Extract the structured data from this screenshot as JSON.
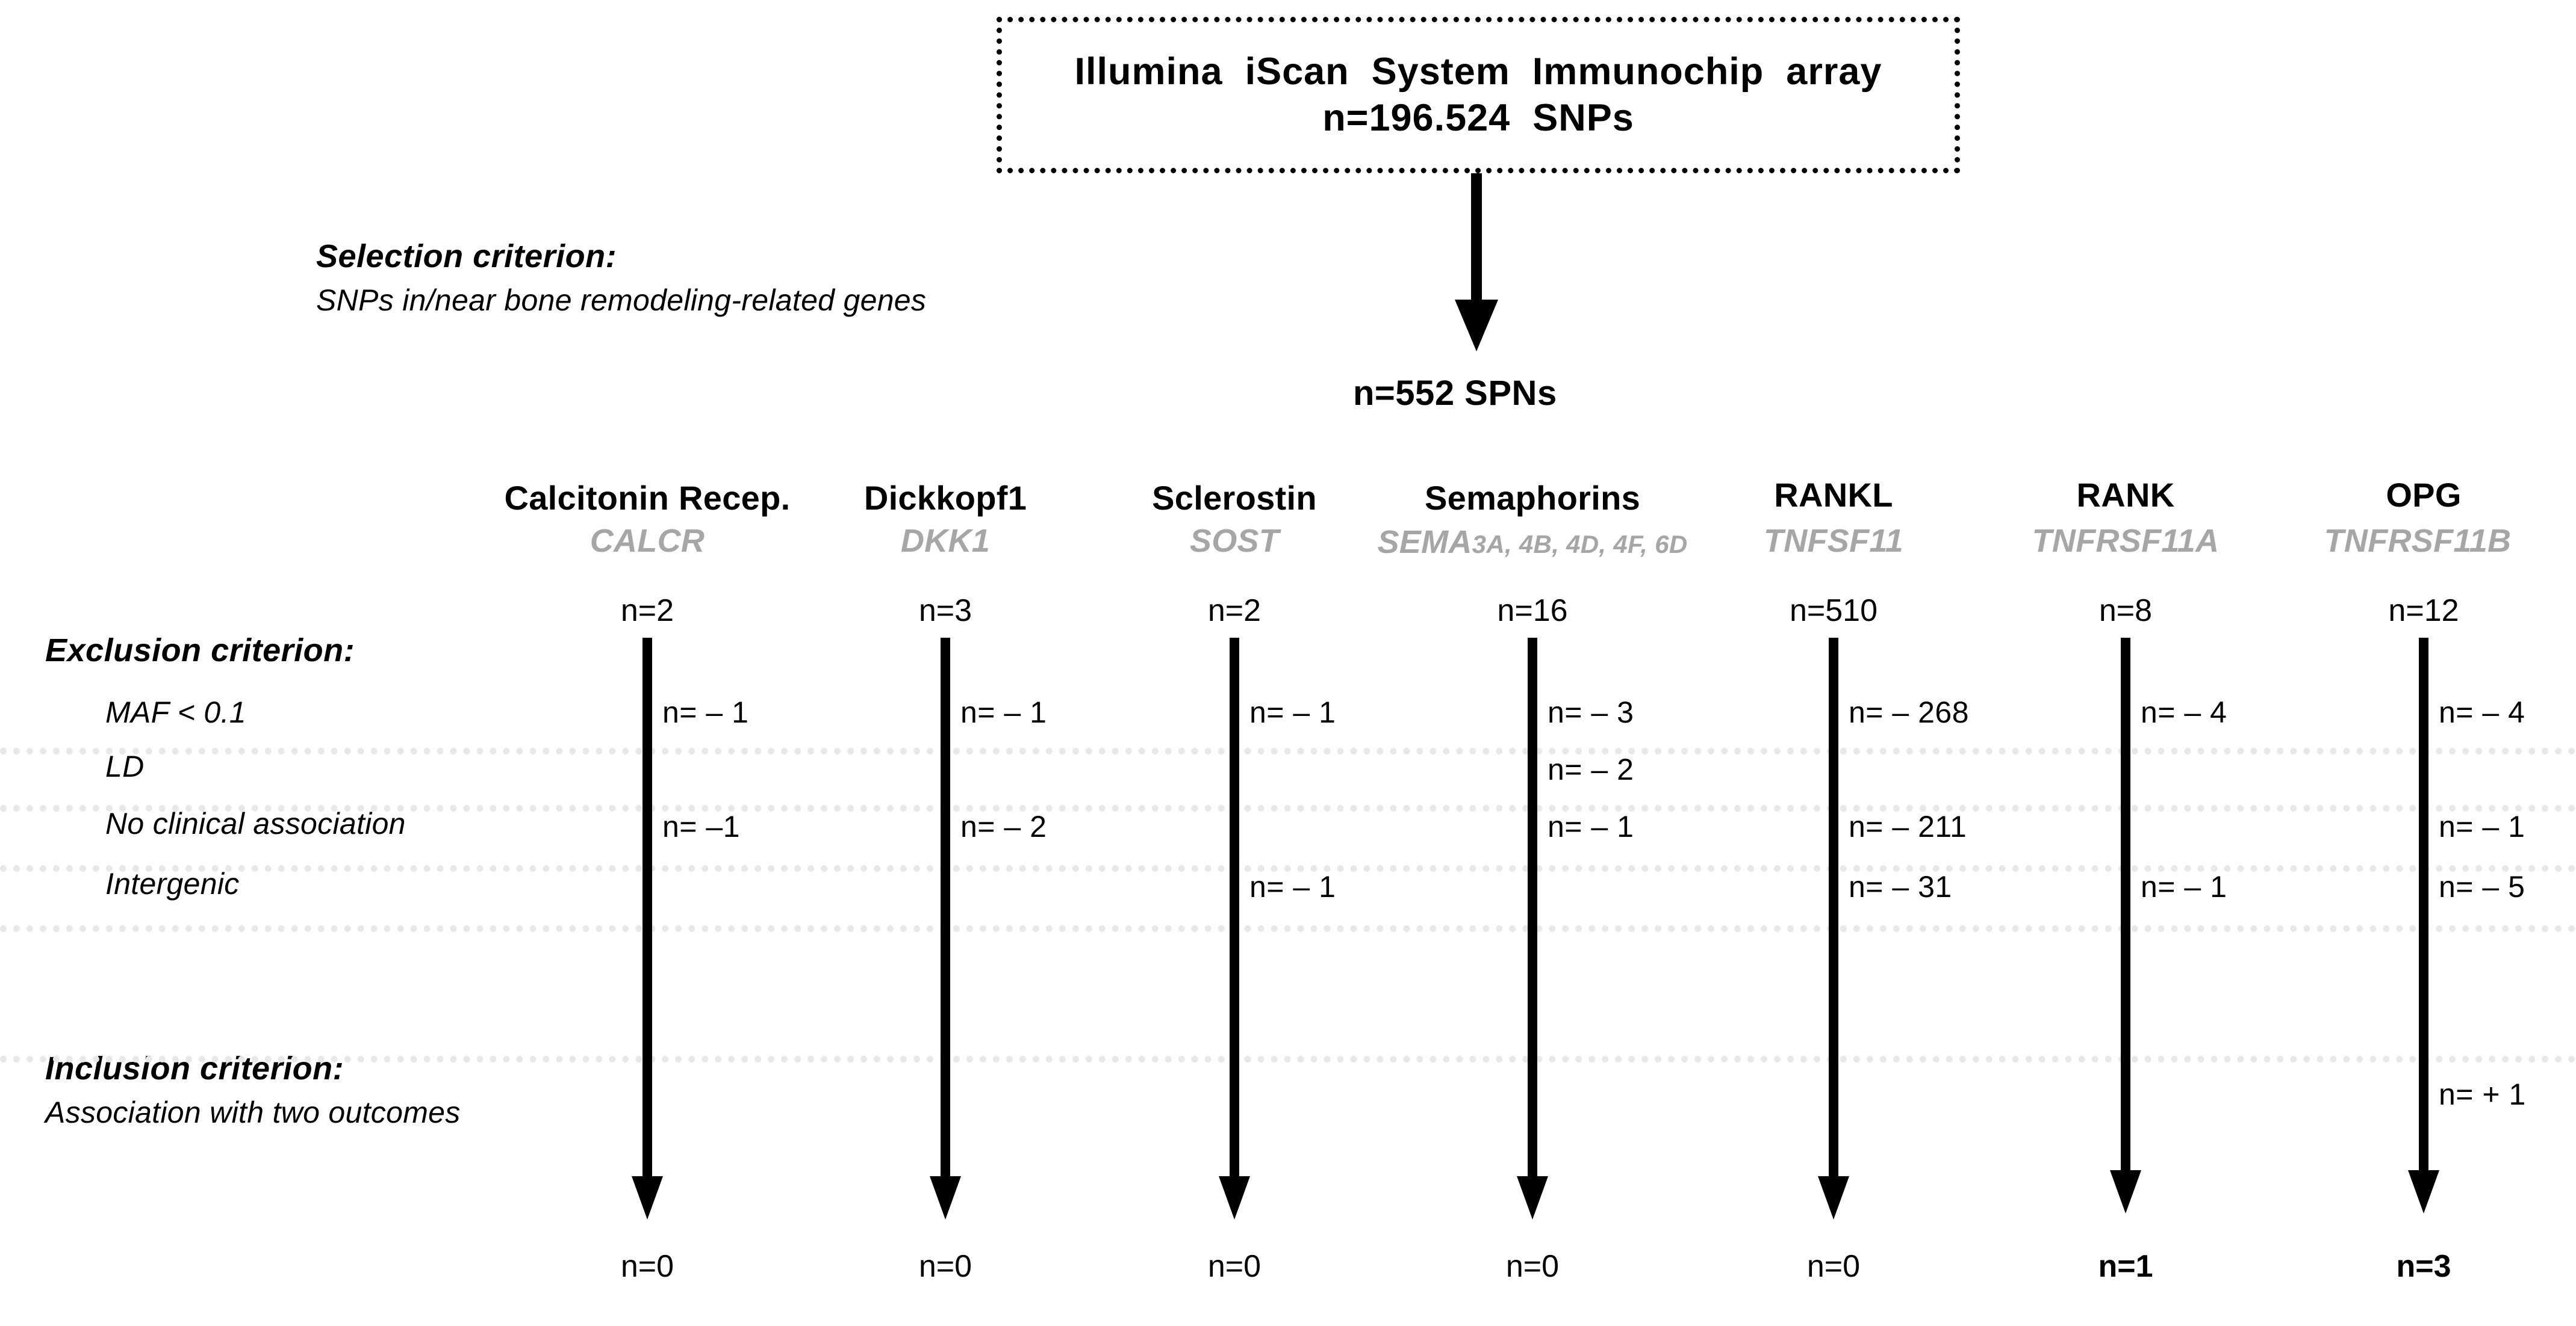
{
  "top_box": {
    "line1": "Illumina  iScan  System  Immunochip  array",
    "line2": "n=196.524  SNPs"
  },
  "selection": {
    "heading": "Selection criterion:",
    "description": "SNPs in/near bone remodeling-related genes"
  },
  "total_after_selection": "n=552 SPNs",
  "exclusion": {
    "heading": "Exclusion criterion:",
    "rows": [
      {
        "label": "MAF < 0.1"
      },
      {
        "label": "LD"
      },
      {
        "label": "No clinical association"
      },
      {
        "label": "Intergenic"
      }
    ]
  },
  "inclusion": {
    "heading": "Inclusion criterion:",
    "description": "Association with two outcomes"
  },
  "columns": [
    {
      "name": "Calcitonin Recep.",
      "gene": "CALCR",
      "gene_prefix": "",
      "gene_suffix": "",
      "start_n": "n=2",
      "maf": "n= – 1",
      "ld": "",
      "no_clinical": "n= –1",
      "intergenic": "",
      "inclusion": "",
      "result": "n=0",
      "result_bold": false
    },
    {
      "name": "Dickkopf1",
      "gene": "DKK1",
      "gene_prefix": "",
      "gene_suffix": "",
      "start_n": "n=3",
      "maf": "n= – 1",
      "ld": "",
      "no_clinical": "n= – 2",
      "intergenic": "",
      "inclusion": "",
      "result": "n=0",
      "result_bold": false
    },
    {
      "name": "Sclerostin",
      "gene": "SOST",
      "gene_prefix": "",
      "gene_suffix": "",
      "start_n": "n=2",
      "maf": "n= – 1",
      "ld": "",
      "no_clinical": "",
      "intergenic": "n= – 1",
      "inclusion": "",
      "result": "n=0",
      "result_bold": false
    },
    {
      "name": "Semaphorins",
      "gene": "SEMA3A, 4B, 4D, 4F, 6D",
      "gene_prefix": "SEMA",
      "gene_suffix": "3A, 4B, 4D, 4F, 6D",
      "start_n": "n=16",
      "maf": "n= – 3",
      "ld": "n= – 2",
      "no_clinical": "n= – 1",
      "intergenic": "",
      "inclusion": "",
      "result": "n=0",
      "result_bold": false
    },
    {
      "name": "RANKL",
      "gene": "TNFSF11",
      "gene_prefix": "",
      "gene_suffix": "",
      "start_n": "n=510",
      "maf": "n= – 268",
      "ld": "",
      "no_clinical": "n= – 211",
      "intergenic": "n= – 31",
      "inclusion": "",
      "result": "n=0",
      "result_bold": false
    },
    {
      "name": "RANK",
      "gene": "TNFRSF11A",
      "gene_prefix": "",
      "gene_suffix": "",
      "start_n": "n=8",
      "maf": "n= – 4",
      "ld": "",
      "no_clinical": "",
      "intergenic": "n= – 1",
      "inclusion": "",
      "result": "n=1",
      "result_bold": true
    },
    {
      "name": "OPG",
      "gene": "TNFRSF11B",
      "gene_prefix": "",
      "gene_suffix": "",
      "start_n": "n=12",
      "maf": "n= – 4",
      "ld": "",
      "no_clinical": "n= – 1",
      "intergenic": "n= – 5",
      "inclusion": "n= + 1",
      "result": "n=3",
      "result_bold": true
    }
  ],
  "colors": {
    "ink": "#000000",
    "gene_gray": "#a6a6a6",
    "separator_gray": "#e8e8e8",
    "background": "#ffffff"
  }
}
